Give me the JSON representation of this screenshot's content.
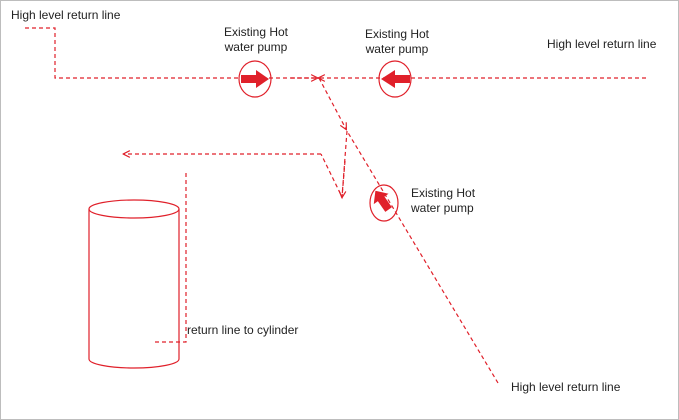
{
  "colors": {
    "line": "#e0202a",
    "text": "#222222",
    "frame": "#bdbdbd"
  },
  "labels": {
    "top_left_line": "High level return line",
    "top_right_line": "High level return line",
    "bottom_right_line": "High level return line",
    "pump_left": "Existing Hot\nwater pump",
    "pump_right": "Existing Hot\nwater pump",
    "pump_diagonal": "Existing Hot\nwater pump",
    "cylinder_return": "return line to cylinder"
  },
  "icons": {
    "pump": "pump-circle-arrow-icon",
    "cylinder": "hot-water-cylinder-icon"
  }
}
